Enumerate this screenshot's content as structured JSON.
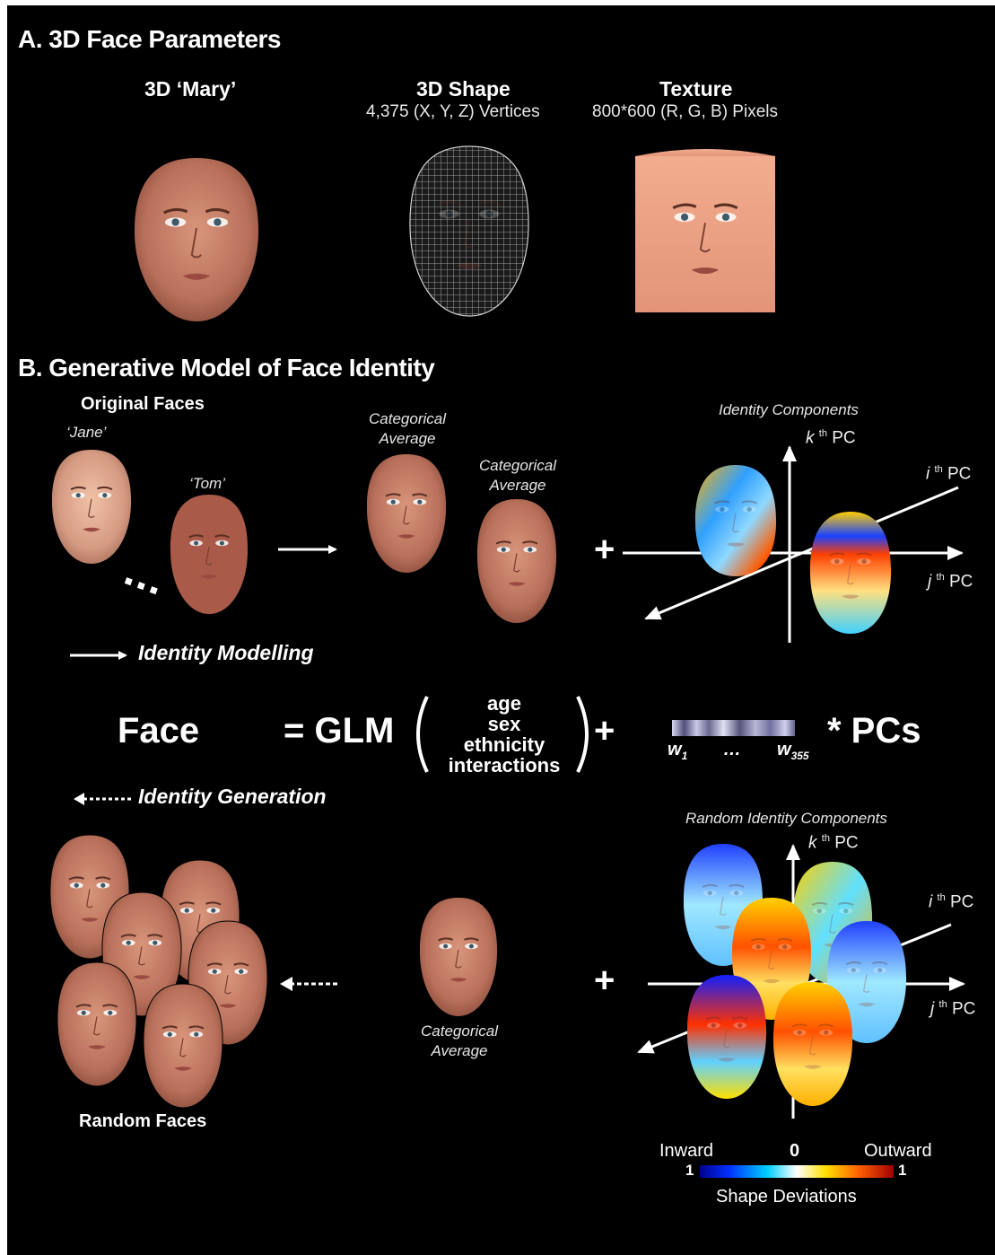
{
  "sectionA": {
    "heading": "A. 3D Face Parameters",
    "mary": {
      "title": "3D ‘Mary’"
    },
    "shape": {
      "title": "3D Shape",
      "subtitle": "4,375 (X, Y, Z) Vertices"
    },
    "texture": {
      "title": "Texture",
      "subtitle": "800*600 (R, G, B) Pixels"
    }
  },
  "sectionB": {
    "heading": "B. Generative Model of Face Identity",
    "original_faces": "Original Faces",
    "jane": "‘Jane’",
    "tom": "‘Tom’",
    "ellipsis_faces": "…",
    "categorical_average_line1": "Categorical",
    "categorical_average_line2": "Average",
    "identity_components": "Identity Components",
    "random_identity_components": "Random Identity Components",
    "identity_modelling": "Identity Modelling",
    "identity_generation": "Identity Generation",
    "random_faces": "Random Faces",
    "plus": "+",
    "axes": {
      "k": "k",
      "i": "i",
      "j": "j",
      "th": "th",
      "pc": "PC"
    }
  },
  "equation": {
    "face": "Face",
    "equals_glm": "= GLM",
    "terms": [
      "age",
      "sex",
      "ethnicity",
      "interactions"
    ],
    "plus": "+",
    "w1": "w",
    "w1_sub": "1",
    "dots": "…",
    "w355": "w",
    "w355_sub": "355",
    "times_pcs": "* PCs"
  },
  "colorbar": {
    "inward": "Inward",
    "zero": "0",
    "outward": "Outward",
    "left_value": "1",
    "right_value": "1",
    "label": "Shape Deviations",
    "colors": [
      "#00008f",
      "#0030ff",
      "#00d0ff",
      "#ffffff",
      "#ffe000",
      "#ff6000",
      "#a00000"
    ]
  },
  "colors": {
    "background": "#000000",
    "skin": "#c9806a",
    "wireframe": "#d0d0d0"
  }
}
